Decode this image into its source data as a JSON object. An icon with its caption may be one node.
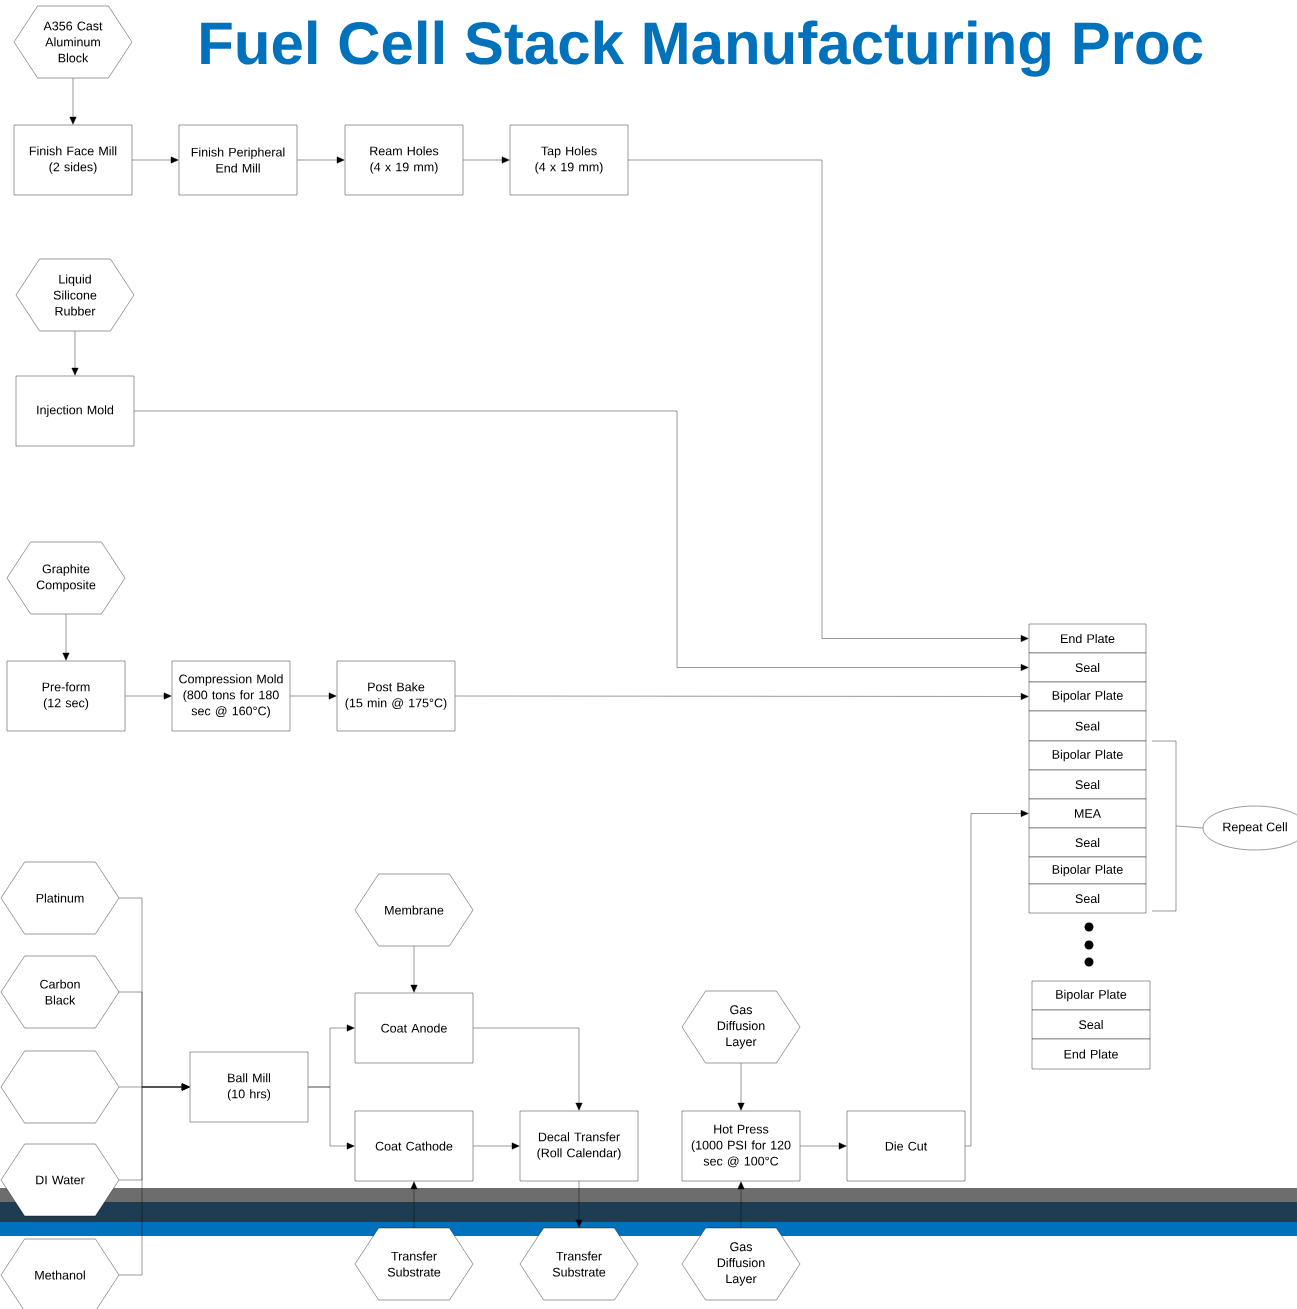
{
  "diagram": {
    "title": "Fuel Cell Stack Manufacturing Proc",
    "nodes": [
      {
        "text": [
          "A356 Cast Aluminum Block"
        ]
      },
      {
        "text": [
          "Finish Face Mill (2 sides)"
        ]
      },
      {
        "text": [
          "Finish Peripheral End Mill"
        ]
      },
      {
        "text": [
          "Ream Holes (4 x 19 mm)"
        ]
      },
      {
        "text": [
          "Tap Holes (4 x 19 mm)"
        ]
      },
      {
        "text": [
          "Liquid Silicone Rubber"
        ]
      },
      {
        "text": [
          "Injection Mold"
        ]
      },
      {
        "text": [
          "Graphite Composite"
        ]
      },
      {
        "text": [
          "Pre-form (12 sec)"
        ]
      },
      {
        "text": [
          "Compression Mold (800 tons for 180 sec @ 160°C)"
        ]
      },
      {
        "text": [
          "Post Bake (15 min @ 175°C)"
        ]
      },
      {
        "text": [
          "End Plate"
        ]
      },
      {
        "text": [
          "Seal"
        ]
      },
      {
        "text": [
          "Bipolar Plate"
        ]
      },
      {
        "text": [
          "Seal"
        ]
      },
      {
        "text": [
          "Bipolar Plate"
        ]
      },
      {
        "text": [
          "Seal"
        ]
      },
      {
        "text": [
          "MEA"
        ]
      },
      {
        "text": [
          "Seal"
        ]
      },
      {
        "text": [
          "Bipolar Plate"
        ]
      },
      {
        "text": [
          "Seal"
        ]
      },
      {
        "text": [
          "Bipolar Plate"
        ]
      },
      {
        "text": [
          "Seal"
        ]
      },
      {
        "text": [
          "End Plate"
        ]
      },
      {
        "text": [
          "Repeat Cell"
        ]
      },
      {
        "text": [
          "Platinum"
        ]
      },
      {
        "text": [
          "Carbon Black"
        ]
      },
      {
        "text": [],
        "shape": "hexagon"
      },
      {
        "text": [
          "DI Water"
        ]
      },
      {
        "text": [
          "Methanol"
        ]
      },
      {
        "text": [
          "Membrane"
        ]
      },
      {
        "text": [
          "Ball Mill (10 hrs)"
        ]
      },
      {
        "text": [
          "Coat Anode"
        ]
      },
      {
        "text": [
          "Coat Cathode"
        ]
      },
      {
        "text": [
          "Decal Transfer (Roll Calendar)"
        ]
      },
      {
        "text": [
          "Gas Diffusion Layer"
        ]
      },
      {
        "text": [
          "Hot Press (1000 PSI for 120 sec @ 100°C"
        ]
      },
      {
        "text": [
          "Die Cut"
        ]
      },
      {
        "text": [
          "Transfer Substrate"
        ]
      },
      {
        "text": [
          "Transfer Substrate"
        ]
      },
      {
        "text": [
          "Gas Diffusion Layer"
        ]
      },
      {
        "text": [],
        "shape": "bracket"
      }
    ],
    "edges": [
      {
        "from": 0,
        "to": 1,
        "arrow": "to"
      },
      {
        "from": 1,
        "to": 2,
        "arrow": "to"
      },
      {
        "from": 2,
        "to": 3,
        "arrow": "to"
      },
      {
        "from": 3,
        "to": 4,
        "arrow": "to"
      },
      {
        "from": 4,
        "to": 11,
        "arrow": "to"
      },
      {
        "from": 5,
        "to": 6,
        "arrow": "to"
      },
      {
        "from": 6,
        "to": 12,
        "arrow": "to"
      },
      {
        "from": 7,
        "to": 8,
        "arrow": "to"
      },
      {
        "from": 8,
        "to": 9,
        "arrow": "to"
      },
      {
        "from": 9,
        "to": 10,
        "arrow": "to"
      },
      {
        "from": 10,
        "to": 13,
        "arrow": "to"
      },
      {
        "from": 37,
        "to": 17,
        "arrow": "to"
      },
      {
        "from": 24,
        "to": 41,
        "arrow": "none"
      },
      {
        "from": 25,
        "to": 31,
        "arrow": "to"
      },
      {
        "from": 26,
        "to": 31,
        "arrow": "to"
      },
      {
        "from": 27,
        "to": 31,
        "arrow": "to"
      },
      {
        "from": 28,
        "to": 31,
        "arrow": "to"
      },
      {
        "from": 29,
        "to": 31,
        "arrow": "to"
      },
      {
        "from": 31,
        "to": 32,
        "arrow": "to"
      },
      {
        "from": 31,
        "to": 33,
        "arrow": "to"
      },
      {
        "from": 30,
        "to": 32,
        "arrow": "to"
      },
      {
        "from": 32,
        "to": 34,
        "arrow": "to"
      },
      {
        "from": 33,
        "to": 34,
        "arrow": "to"
      },
      {
        "from": 34,
        "to": 39,
        "arrow": "to"
      },
      {
        "from": 38,
        "to": 33,
        "arrow": "to"
      },
      {
        "from": 35,
        "to": 36,
        "arrow": "to"
      },
      {
        "from": 40,
        "to": 36,
        "arrow": "to"
      },
      {
        "from": 36,
        "to": 37,
        "arrow": "to"
      }
    ]
  }
}
